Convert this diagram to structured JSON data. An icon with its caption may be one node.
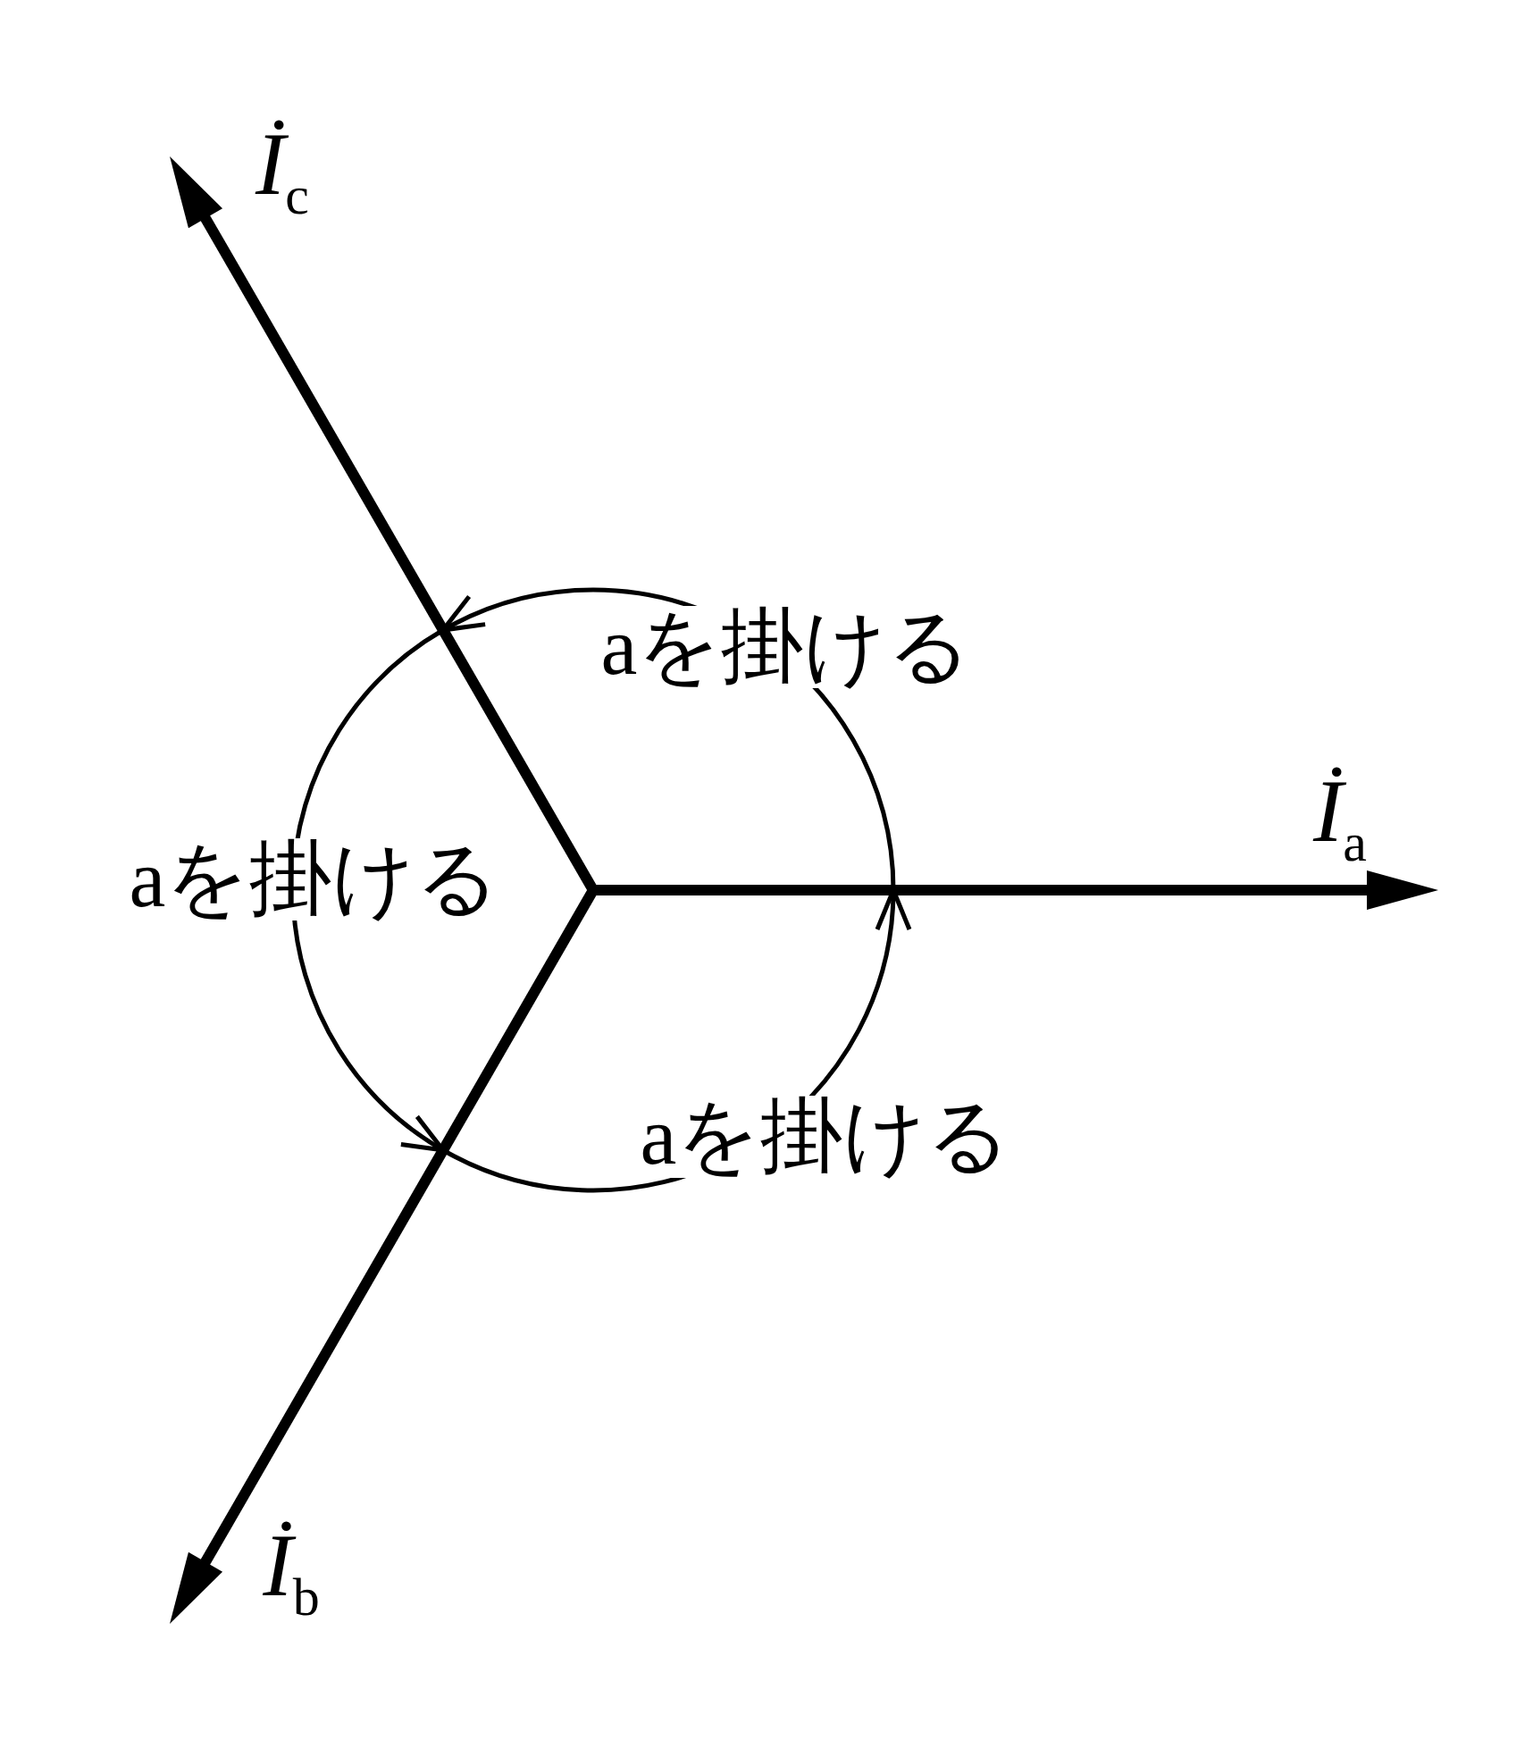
{
  "diagram": {
    "nodes": [
      {
        "text": [
          "İ$_{c}$"
        ]
      },
      {
        "text": [
          "İ$_{a}$"
        ]
      },
      {
        "text": [
          "İ$_{b}$"
        ]
      }
    ],
    "edges": [
      {
        "from": 1,
        "to": 0,
        "arrow": "to",
        "label": "aを掛ける"
      },
      {
        "from": 0,
        "to": 2,
        "arrow": "to",
        "label": "aを掛ける"
      },
      {
        "from": 2,
        "to": 1,
        "arrow": "to",
        "label": "aを掛ける"
      }
    ]
  }
}
